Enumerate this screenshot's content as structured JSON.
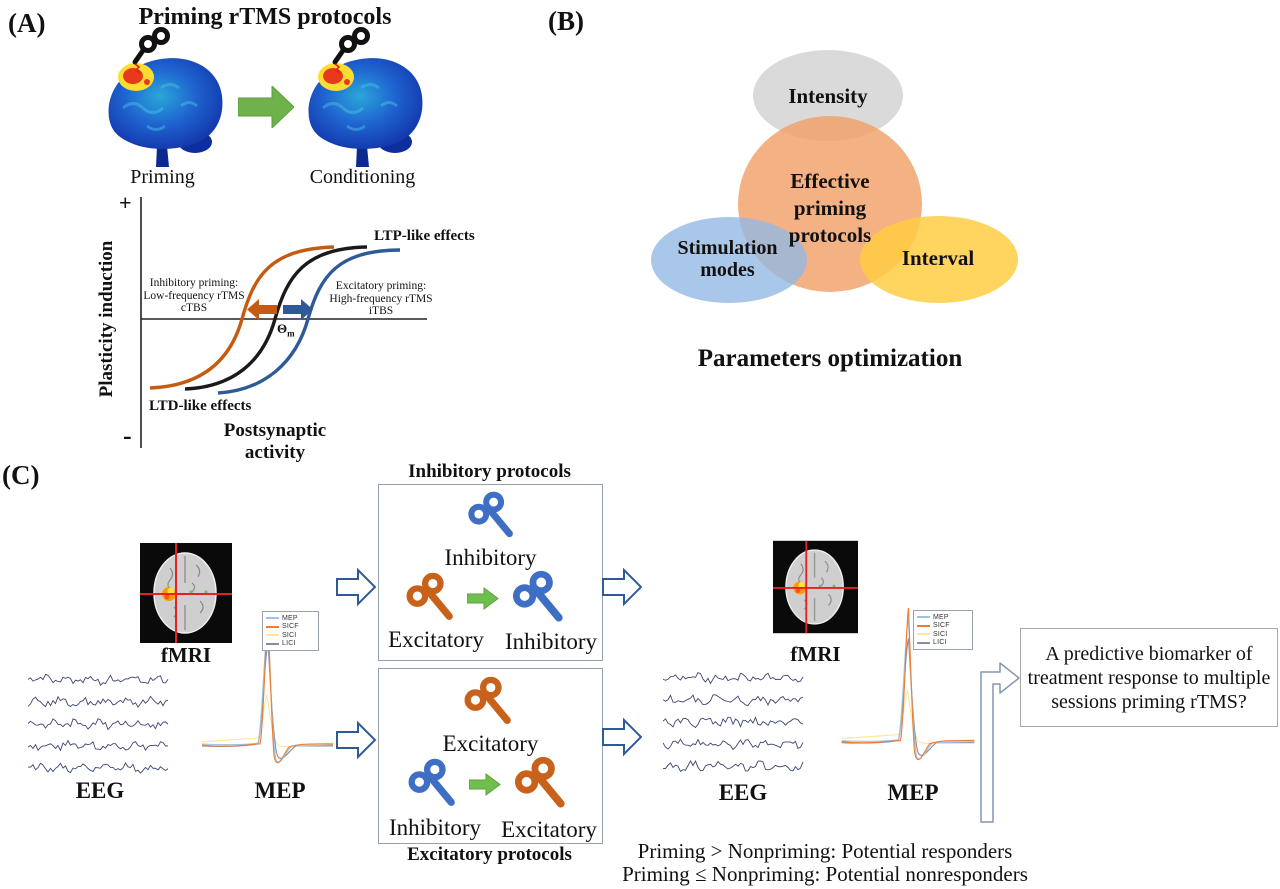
{
  "figure": {
    "panel_a": {
      "label": "(A)",
      "title": "Priming rTMS protocols",
      "priming_caption": "Priming",
      "conditioning_caption": "Conditioning",
      "plot": {
        "y_plus": "+",
        "y_minus": "-",
        "y_axis_label": "Plasticity induction",
        "x_axis_label": "Postsynaptic activity",
        "ltp_label": "LTP-like effects",
        "ltd_label": "LTD-like effects",
        "inhibitory_annotation_line1": "Inhibitory priming:",
        "inhibitory_annotation_line2": "Low-frequency rTMS",
        "inhibitory_annotation_line3": "cTBS",
        "excitatory_annotation_line1": "Excitatory priming:",
        "excitatory_annotation_line2": "High-frequency rTMS",
        "excitatory_annotation_line3": "iTBS",
        "theta_symbol": "Θ",
        "theta_subscript": "m"
      }
    },
    "panel_b": {
      "label": "(B)",
      "intensity_label": "Intensity",
      "center_label": "Effective priming protocols",
      "stimulation_label": "Stimulation modes",
      "interval_label": "Interval",
      "caption": "Parameters optimization"
    },
    "panel_c": {
      "label": "(C)",
      "modalities": {
        "fmri": "fMRI",
        "eeg": "EEG",
        "mep": "MEP"
      },
      "mep_legend": [
        "MEP",
        "SICF",
        "SICI",
        "LICI"
      ],
      "inhibitory_box": {
        "title": "Inhibitory protocols",
        "single_label": "Inhibitory",
        "from_label": "Excitatory",
        "to_label": "Inhibitory"
      },
      "excitatory_box": {
        "title": "Excitatory protocols",
        "single_label": "Excitatory",
        "from_label": "Inhibitory",
        "to_label": "Excitatory"
      },
      "outcome_box_text": "A predictive biomarker of treatment response to multiple sessions priming rTMS?",
      "responders_line": "Priming > Nonpriming: Potential responders",
      "nonresponders_line": "Priming ≤ Nonpriming: Potential nonresponders"
    },
    "colors": {
      "coil_blue": "#3f6fc4",
      "coil_orange": "#c8611a",
      "flow_green": "#6fbf4c",
      "block_arrow_outline": "#2e5b97",
      "elbow_arrow_outline": "#8496b0",
      "sigmoid_orange": "#c55a11",
      "sigmoid_black": "#1a1a1a",
      "sigmoid_blue": "#2e5b97",
      "venn_gray": "#d8d8d8",
      "venn_orange": "#f3b084",
      "venn_blue": "#a9c7e8",
      "venn_yellow": "#ffd45f",
      "eeg_trace": "#3d4474",
      "mep_line": "#9dc3e6",
      "sicf_line": "#ed7d31",
      "sici_line": "#ffe699",
      "lici_line": "#8c8ca0",
      "fmri_crosshair": "#e32222",
      "fmri_activation": "#ff9a00",
      "brain_hotspot_red": "#e8391a",
      "brain_hotspot_yellow": "#ffdd30"
    }
  }
}
